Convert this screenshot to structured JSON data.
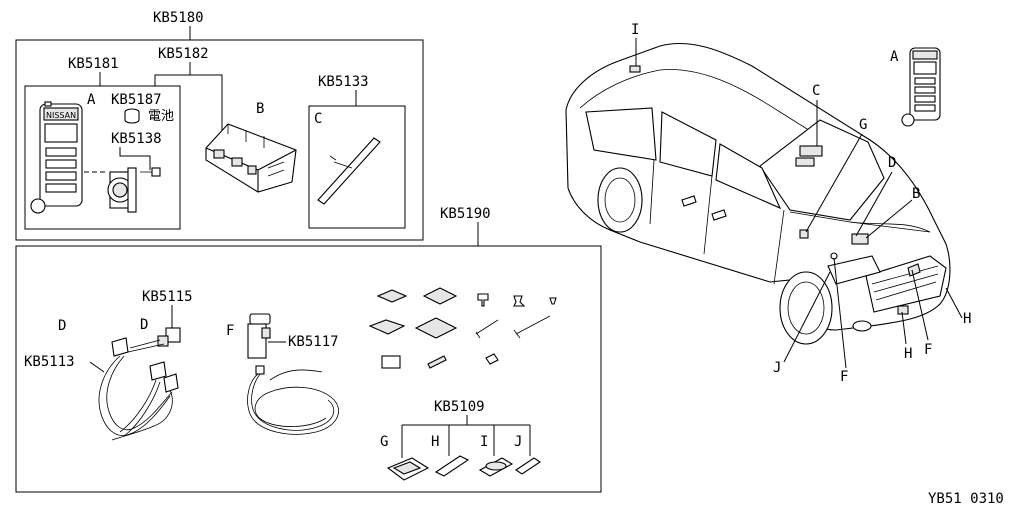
{
  "codes": {
    "kb5180": "KB5180",
    "kb5181": "KB5181",
    "kb5182": "KB5182",
    "kb5187": "KB5187",
    "kb5138": "KB5138",
    "kb5133": "KB5133",
    "kb5190": "KB5190",
    "kb5115": "KB5115",
    "kb5113": "KB5113",
    "kb5117": "KB5117",
    "kb5109": "KB5109"
  },
  "letters": {
    "a": "A",
    "b": "B",
    "c": "C",
    "d": "D",
    "f": "F",
    "g": "G",
    "h": "H",
    "i": "I",
    "j": "J"
  },
  "battery_label": "電池",
  "fob_brand": "NISSAN",
  "footer_code": "YB51 0310"
}
